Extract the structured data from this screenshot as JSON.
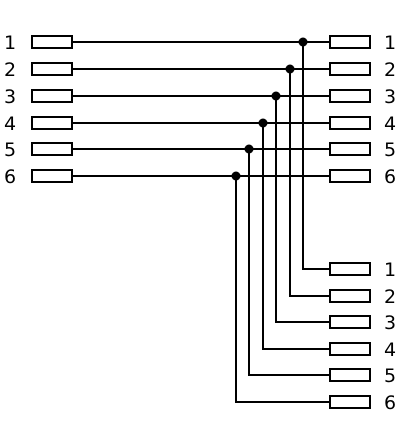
{
  "diagram": {
    "left_connector": {
      "pins": [
        "1",
        "2",
        "3",
        "4",
        "5",
        "6"
      ]
    },
    "right_connector_a": {
      "pins": [
        "1",
        "2",
        "3",
        "4",
        "5",
        "6"
      ]
    },
    "right_connector_b": {
      "pins": [
        "1",
        "2",
        "3",
        "4",
        "5",
        "6"
      ]
    },
    "wires": [
      {
        "from": "left.1",
        "to": [
          "right_a.1",
          "right_b.1"
        ]
      },
      {
        "from": "left.2",
        "to": [
          "right_a.2",
          "right_b.2"
        ]
      },
      {
        "from": "left.3",
        "to": [
          "right_a.3",
          "right_b.3"
        ]
      },
      {
        "from": "left.4",
        "to": [
          "right_a.4",
          "right_b.4"
        ]
      },
      {
        "from": "left.5",
        "to": [
          "right_a.5",
          "right_b.5"
        ]
      },
      {
        "from": "left.6",
        "to": [
          "right_a.6",
          "right_b.6"
        ]
      }
    ],
    "colors": {
      "line": "#000000",
      "background": "#ffffff"
    }
  }
}
